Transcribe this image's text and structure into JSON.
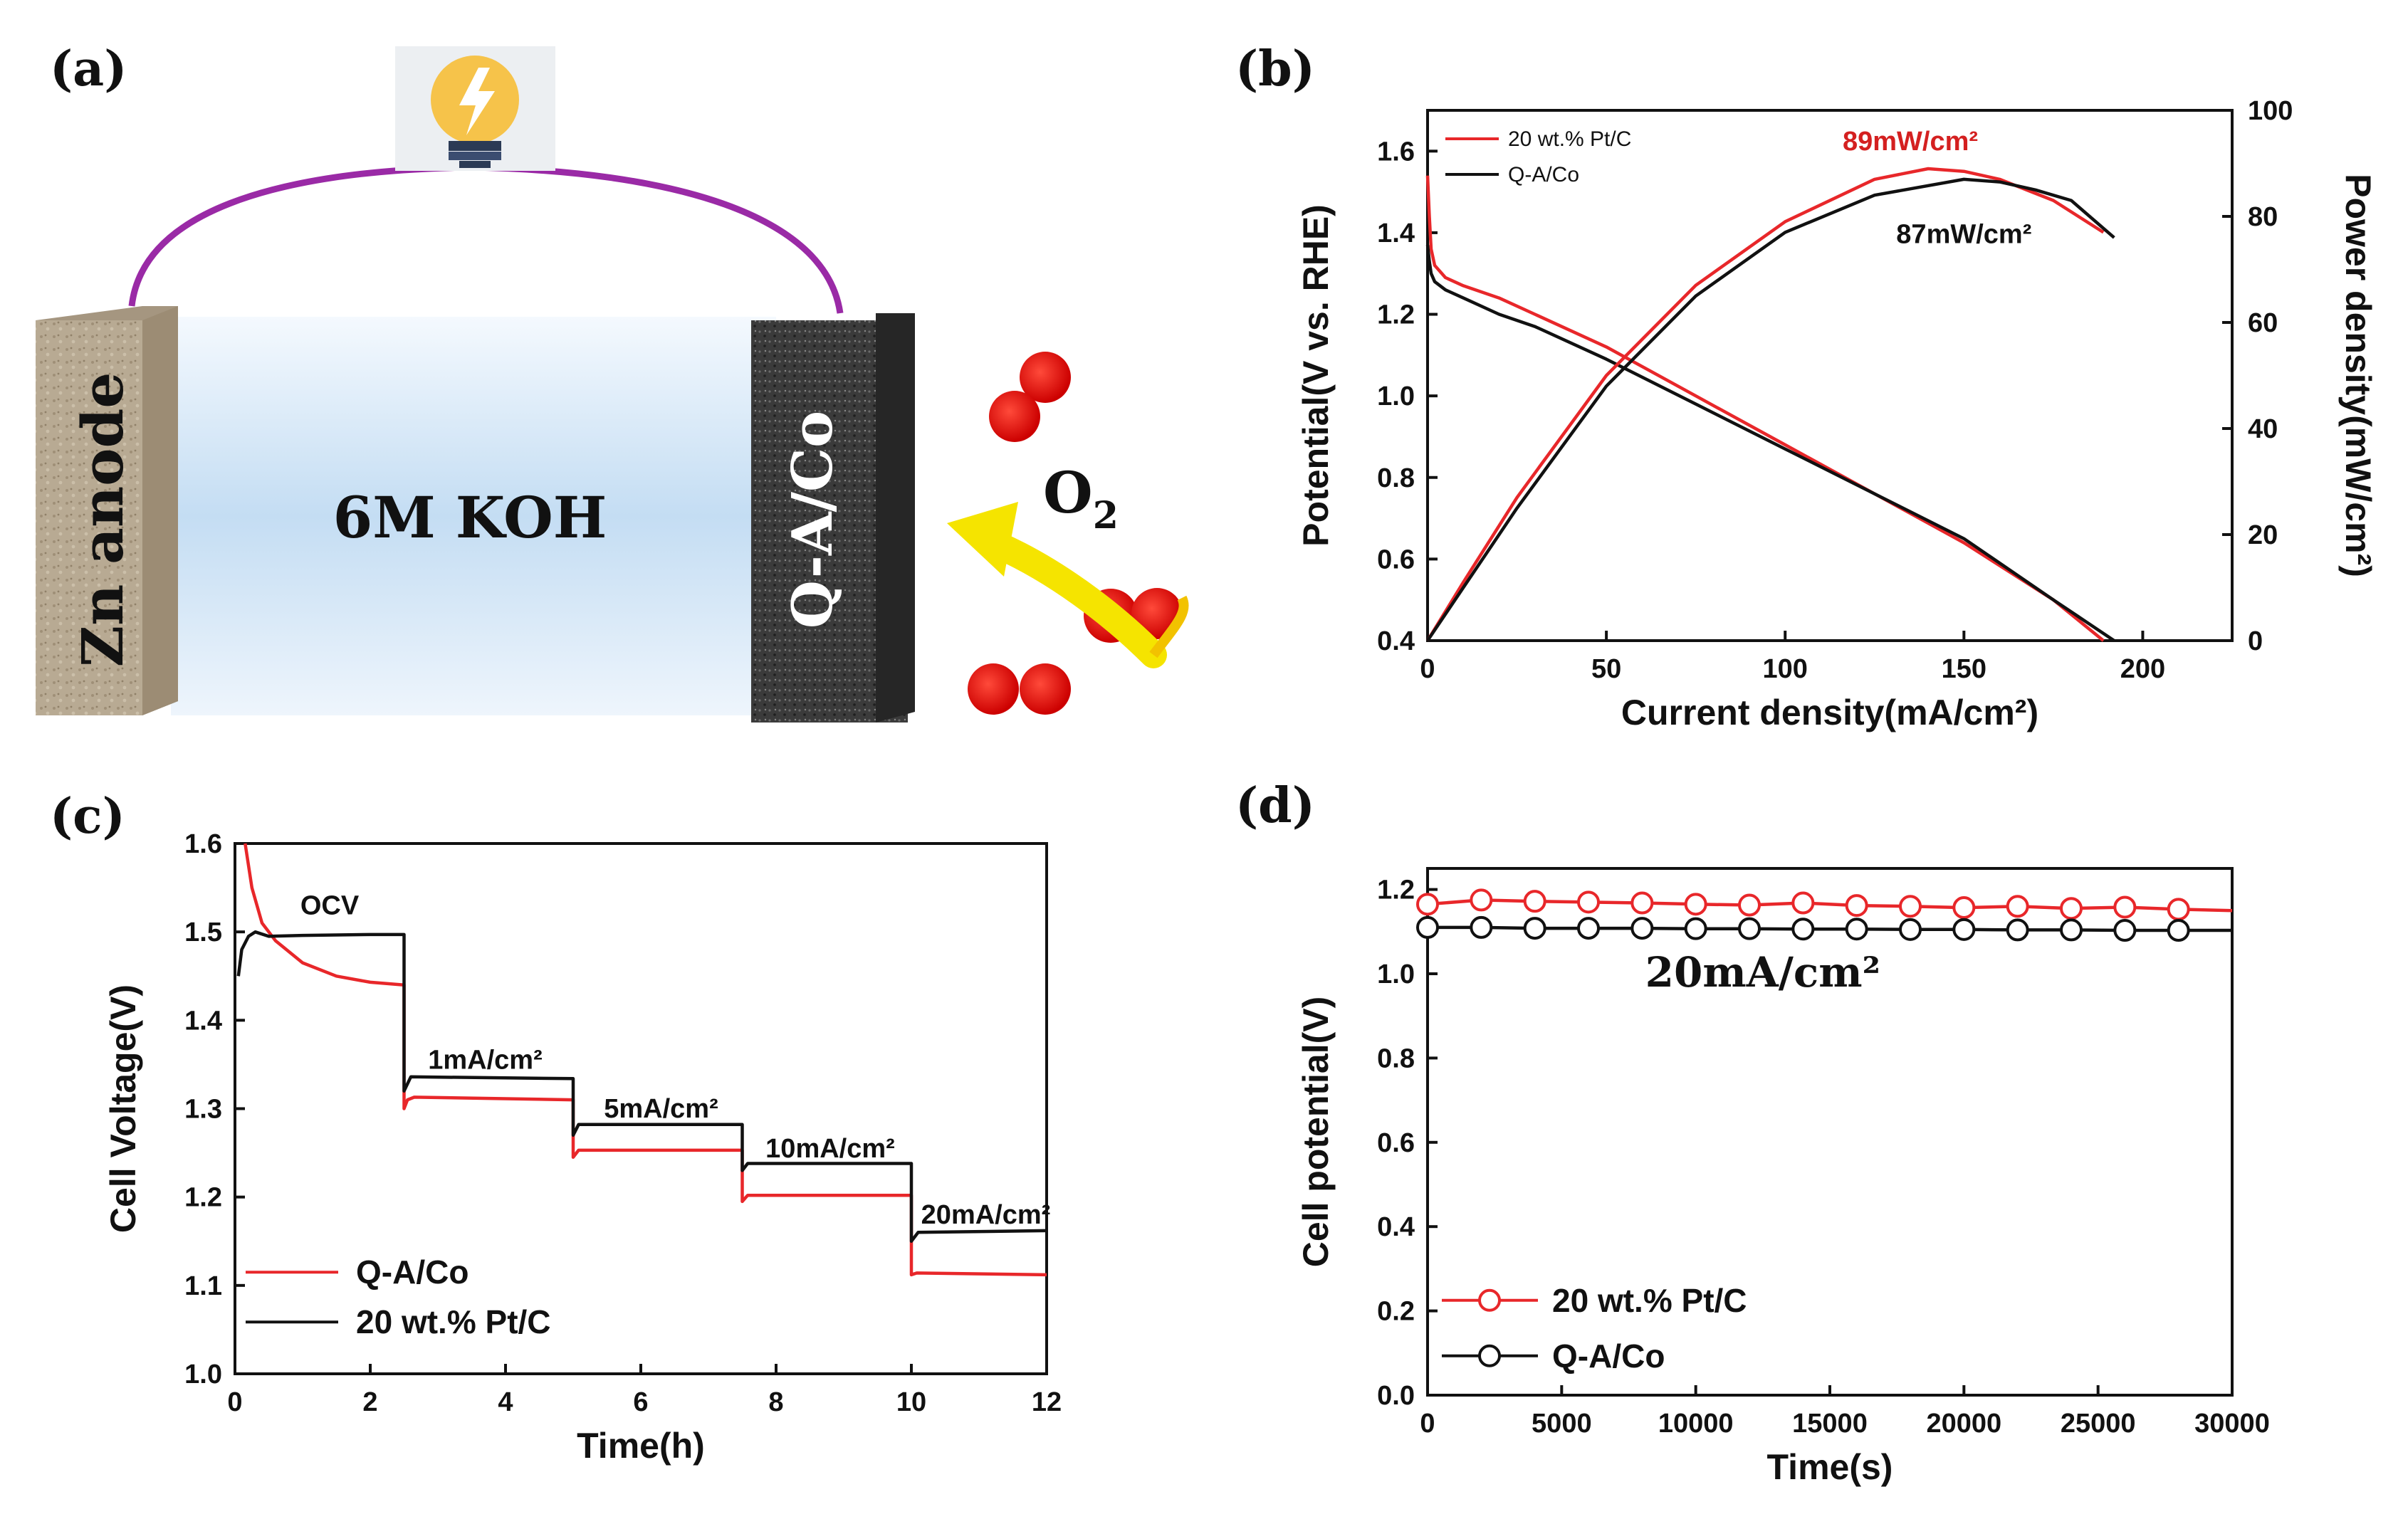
{
  "panels": {
    "a": {
      "label": "(a)",
      "anode_text": "Zn anode",
      "electrolyte_text": "6M KOH",
      "cathode_text": "Q-A/Co",
      "gas_text": "O",
      "gas_sub": "2"
    },
    "b": {
      "label": "(b)"
    },
    "c": {
      "label": "(c)"
    },
    "d": {
      "label": "(d)"
    }
  },
  "colors": {
    "red": "#e8272a",
    "black": "#111111",
    "wire": "#9a2aa6",
    "electrolyte": "#cfe3f5",
    "zinc": "#b9aa92",
    "cathode": "#3a3a3a",
    "oxygen": "#e60d0d",
    "arrow": "#f5e400"
  },
  "chart_data": [
    {
      "id": "b",
      "type": "line",
      "xlabel": "Current density(mA/cm²)",
      "ylabel": "Potential(V vs. RHE)",
      "y2label": "Power density(mW/cm²)",
      "xlim": [
        0,
        225
      ],
      "ylim": [
        0.4,
        1.7
      ],
      "y2lim": [
        0,
        100
      ],
      "xticks": [
        "0",
        "50",
        "100",
        "150",
        "200"
      ],
      "yticks": [
        "0.4",
        "0.6",
        "0.8",
        "1.0",
        "1.2",
        "1.4",
        "1.6"
      ],
      "y2ticks": [
        "0",
        "20",
        "40",
        "60",
        "80",
        "100"
      ],
      "legend_position": "top-left",
      "annotations": [
        "89mW/cm²",
        "87mW/cm²"
      ],
      "series": [
        {
          "name": "20 wt.% Pt/C",
          "color": "red",
          "axis": "left",
          "x": [
            0,
            0.5,
            1,
            2,
            5,
            10,
            20,
            30,
            50,
            75,
            100,
            125,
            150,
            175,
            189
          ],
          "y": [
            1.54,
            1.44,
            1.36,
            1.32,
            1.29,
            1.27,
            1.24,
            1.2,
            1.12,
            1.0,
            0.88,
            0.76,
            0.64,
            0.5,
            0.4
          ]
        },
        {
          "name": "Q-A/Co",
          "color": "black",
          "axis": "left",
          "x": [
            0,
            0.5,
            1,
            2,
            5,
            10,
            20,
            30,
            50,
            75,
            100,
            125,
            150,
            175,
            192
          ],
          "y": [
            1.37,
            1.33,
            1.3,
            1.28,
            1.26,
            1.24,
            1.2,
            1.17,
            1.09,
            0.98,
            0.87,
            0.76,
            0.65,
            0.5,
            0.4
          ]
        },
        {
          "name": "20 wt.% Pt/C",
          "color": "red",
          "axis": "right",
          "x": [
            0,
            10,
            25,
            50,
            75,
            100,
            125,
            140,
            150,
            160,
            175,
            189
          ],
          "y": [
            0,
            11,
            27,
            50,
            67,
            79,
            87,
            89,
            88.5,
            87,
            83,
            77
          ]
        },
        {
          "name": "Q-A/Co",
          "color": "black",
          "axis": "right",
          "x": [
            0,
            10,
            25,
            50,
            75,
            100,
            125,
            150,
            160,
            170,
            180,
            192
          ],
          "y": [
            0,
            10,
            25,
            48,
            65,
            77,
            84,
            87,
            86.5,
            85,
            83,
            76
          ]
        }
      ]
    },
    {
      "id": "c",
      "type": "line",
      "xlabel": "Time(h)",
      "ylabel": "Cell Voltage(V)",
      "xlim": [
        0,
        12
      ],
      "ylim": [
        1.0,
        1.6
      ],
      "xticks": [
        "0",
        "2",
        "4",
        "6",
        "8",
        "10",
        "12"
      ],
      "yticks": [
        "1.0",
        "1.1",
        "1.2",
        "1.3",
        "1.4",
        "1.5",
        "1.6"
      ],
      "legend_position": "bottom-left",
      "annotations": [
        "OCV",
        "1mA/cm²",
        "5mA/cm²",
        "10mA/cm²",
        "20mA/cm²"
      ],
      "series": [
        {
          "name": "Q-A/Co",
          "color": "red",
          "x": [
            0.15,
            0.25,
            0.4,
            0.6,
            1.0,
            1.5,
            2.0,
            2.5,
            2.5,
            2.55,
            2.65,
            5.0,
            5.0,
            5.08,
            7.5,
            7.5,
            7.58,
            10.0,
            10.0,
            10.08,
            12.0
          ],
          "y": [
            1.6,
            1.55,
            1.51,
            1.49,
            1.465,
            1.45,
            1.443,
            1.44,
            1.3,
            1.31,
            1.313,
            1.31,
            1.245,
            1.253,
            1.253,
            1.195,
            1.202,
            1.202,
            1.112,
            1.114,
            1.112
          ]
        },
        {
          "name": "20 wt.% Pt/C",
          "color": "black",
          "x": [
            0.05,
            0.1,
            0.2,
            0.3,
            0.5,
            1.0,
            2.0,
            2.5,
            2.5,
            2.6,
            5.0,
            5.0,
            5.08,
            7.5,
            7.5,
            7.58,
            10.0,
            10.0,
            10.1,
            12.0
          ],
          "y": [
            1.45,
            1.48,
            1.495,
            1.5,
            1.495,
            1.496,
            1.497,
            1.497,
            1.32,
            1.336,
            1.334,
            1.27,
            1.282,
            1.282,
            1.23,
            1.238,
            1.238,
            1.15,
            1.16,
            1.162
          ]
        }
      ]
    },
    {
      "id": "d",
      "type": "line",
      "xlabel": "Time(s)",
      "ylabel": "Cell potential(V)",
      "xlim": [
        0,
        30000
      ],
      "ylim": [
        0.0,
        1.25
      ],
      "xticks": [
        "0",
        "5000",
        "10000",
        "15000",
        "20000",
        "25000",
        "30000"
      ],
      "yticks": [
        "0.0",
        "0.2",
        "0.4",
        "0.6",
        "0.8",
        "1.0",
        "1.2"
      ],
      "legend_position": "bottom-left",
      "annotations": [
        "20mA/cm²"
      ],
      "series": [
        {
          "name": "20 wt.% Pt/C",
          "color": "red",
          "marker": "open-circle",
          "x": [
            0,
            2000,
            4000,
            6000,
            8000,
            10000,
            12000,
            14000,
            16000,
            18000,
            20000,
            22000,
            24000,
            26000,
            28000,
            30000
          ],
          "y": [
            1.165,
            1.175,
            1.172,
            1.17,
            1.168,
            1.165,
            1.163,
            1.168,
            1.162,
            1.16,
            1.157,
            1.16,
            1.155,
            1.158,
            1.153,
            1.15
          ],
          "marker_x": [
            0,
            2000,
            4000,
            6000,
            8000,
            10000,
            12000,
            14000,
            16000,
            18000,
            20000,
            22000,
            24000,
            26000,
            28000
          ]
        },
        {
          "name": "Q-A/Co",
          "color": "black",
          "marker": "open-circle",
          "x": [
            0,
            2000,
            4000,
            6000,
            8000,
            10000,
            12000,
            14000,
            16000,
            18000,
            20000,
            22000,
            24000,
            26000,
            28000,
            30000
          ],
          "y": [
            1.11,
            1.11,
            1.108,
            1.108,
            1.108,
            1.107,
            1.107,
            1.106,
            1.106,
            1.105,
            1.105,
            1.104,
            1.104,
            1.103,
            1.103,
            1.103
          ],
          "marker_x": [
            0,
            2000,
            4000,
            6000,
            8000,
            10000,
            12000,
            14000,
            16000,
            18000,
            20000,
            22000,
            24000,
            26000,
            28000
          ]
        }
      ]
    }
  ]
}
